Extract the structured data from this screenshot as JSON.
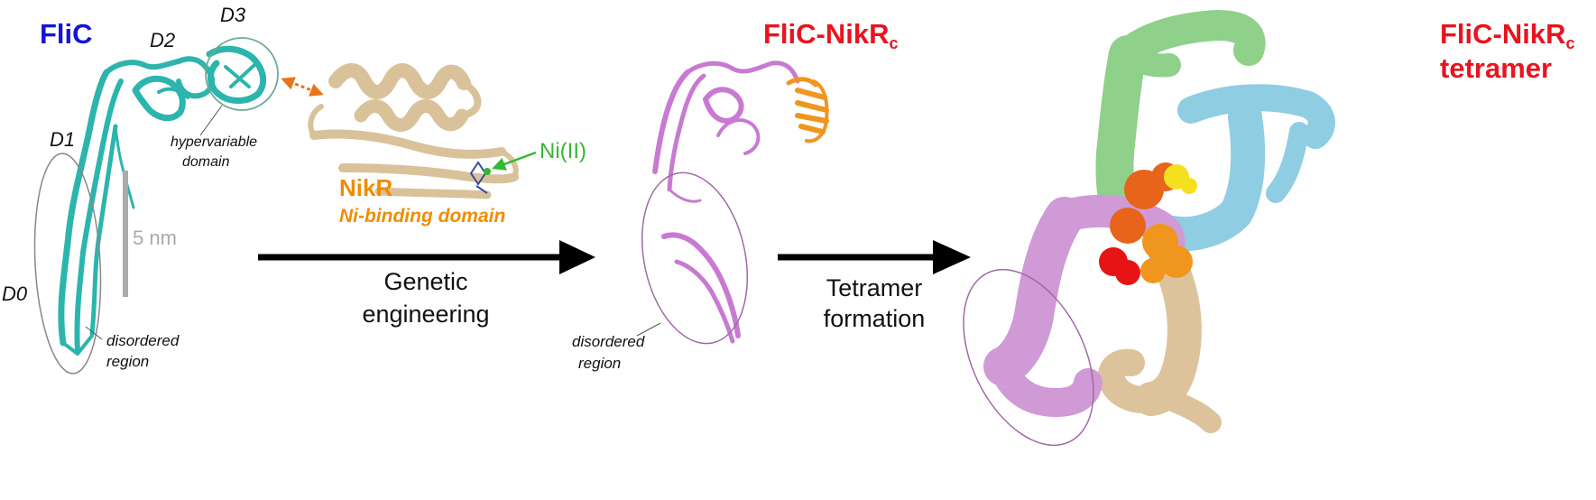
{
  "panel1": {
    "title": "FliC",
    "domains": {
      "d0": "D0",
      "d1": "D1",
      "d2": "D2",
      "d3": "D3"
    },
    "hypervariable_line1": "hypervariable",
    "hypervariable_line2": "domain",
    "disordered_line1": "disordered",
    "disordered_line2": "region",
    "scale_label": "5 nm"
  },
  "nikr": {
    "title": "NikR",
    "subtitle": "Ni-binding domain",
    "nickel_label": "Ni(II)"
  },
  "arrow1": {
    "line1": "Genetic",
    "line2": "engineering"
  },
  "panel2": {
    "title_main": "FliC-NikR",
    "title_sub": "c",
    "disordered_line1": "disordered",
    "disordered_line2": "region"
  },
  "arrow2": {
    "line1": "Tetramer",
    "line2": "formation"
  },
  "panel3": {
    "title_main": "FliC-NikR",
    "title_sub": "c",
    "title_line2": "tetramer"
  },
  "colors": {
    "flic": "#2bb5ad",
    "flic_title": "#1414d8",
    "nikr_ribbon": "#d9c29a",
    "nikr_text": "#f08c00",
    "nickel": "#33b833",
    "fusion_flic": "#c87ad2",
    "fusion_nikr": "#f0961e",
    "red_title": "#e8141e",
    "green_chain": "#8fd08a",
    "blue_chain": "#8fcde3",
    "tan_chain": "#dcc39c",
    "violet_chain": "#cf9ad6",
    "scale_bar": "#aaaaaa",
    "circle_flic": "#6fa89a",
    "circle_fusion": "#a06aa8"
  }
}
